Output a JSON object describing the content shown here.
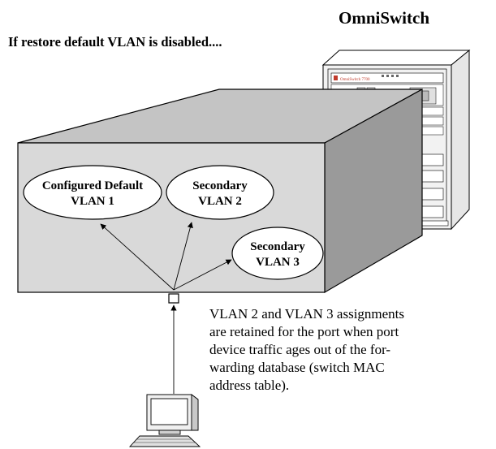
{
  "header": {
    "device_label": "OmniSwitch",
    "condition_text": "If restore default VLAN is disabled...."
  },
  "switch": {
    "logo_text": "OmniSwitch 7700"
  },
  "vlans": [
    {
      "line1": "Configured Default",
      "line2": "VLAN 1"
    },
    {
      "line1": "Secondary",
      "line2": "VLAN 2"
    },
    {
      "line1": "Secondary",
      "line2": "VLAN 3"
    }
  ],
  "description": {
    "lines": [
      "VLAN 2 and VLAN 3 assignments",
      "are retained for the port when port",
      "device traffic ages out of the for-",
      "warding database (switch MAC",
      "address table)."
    ]
  },
  "colors": {
    "box_face": "#d9d9d9",
    "box_top": "#c4c4c4",
    "box_side": "#9a9a9a",
    "stroke": "#000000",
    "ellipse_fill": "#ffffff",
    "chassis": "#f2f2f2",
    "accent": "#c0392b"
  }
}
